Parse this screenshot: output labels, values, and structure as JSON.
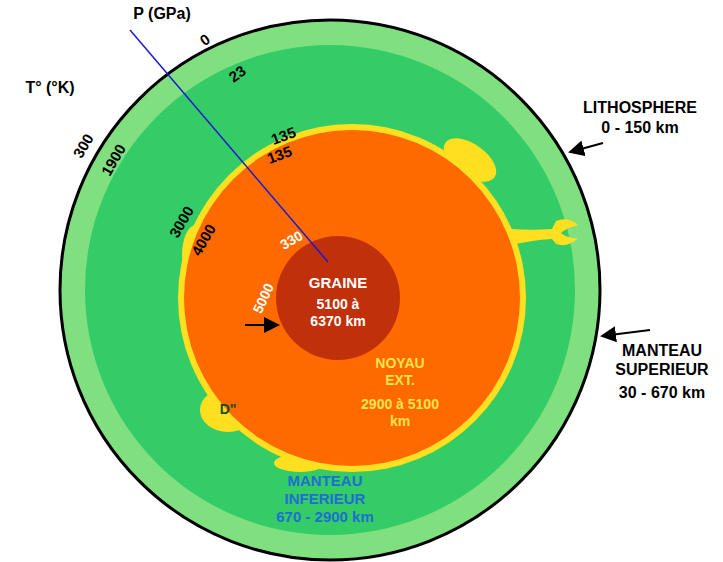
{
  "diagram": {
    "nodes": [
      {
        "text": [
          "MANTEAU INFERIEUR",
          "670 - 2900 km"
        ]
      },
      {
        "text": [
          "NOYAU EXT.",
          "2900 à 5100 km"
        ],
        "in": 0
      },
      {
        "text": [
          "GRAINE",
          "5100 à 6370 km"
        ],
        "in": 1
      }
    ],
    "labels": [
      "P (GPa)",
      "0",
      "23",
      "135",
      "135",
      "330",
      "T° (°K)",
      "300",
      "1900",
      "3000",
      "4000",
      "5000",
      "LITHOSPHERE",
      "0 - 150 km",
      "MANTEAU SUPERIEUR",
      "30 - 670 km",
      "D\""
    ]
  }
}
